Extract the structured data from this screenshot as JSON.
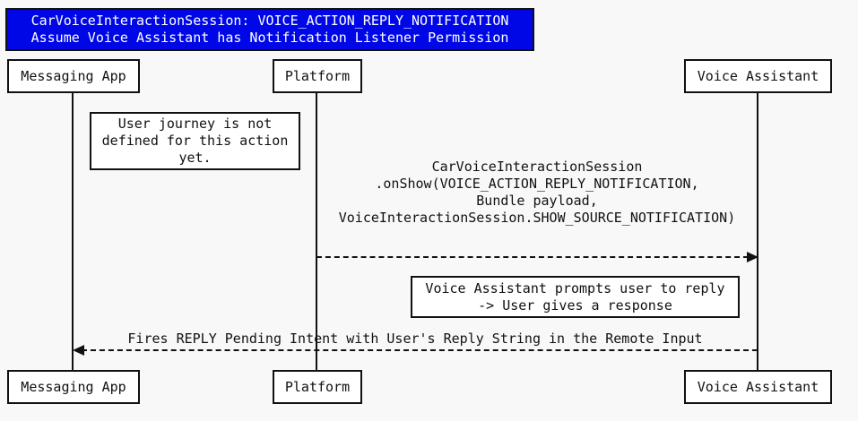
{
  "colors": {
    "page_bg": "#f8f8f8",
    "title_bg": "#0007e6",
    "title_fg": "#ffffff",
    "line": "#111111",
    "box_bg": "#ffffff"
  },
  "title": {
    "text": "CarVoiceInteractionSession: VOICE_ACTION_REPLY_NOTIFICATION\nAssume Voice Assistant has Notification Listener Permission"
  },
  "participants": [
    {
      "label": "Messaging App"
    },
    {
      "label": "Platform"
    },
    {
      "label": "Voice Assistant"
    }
  ],
  "notes": [
    {
      "text": "User journey is not\ndefined for this action\nyet."
    },
    {
      "text": "Voice Assistant prompts user to reply\n-> User gives a response"
    }
  ],
  "messages": [
    {
      "from": "Platform",
      "to": "Voice Assistant",
      "style": "dashed",
      "direction": "right",
      "label": "CarVoiceInteractionSession\n.onShow(VOICE_ACTION_REPLY_NOTIFICATION,\nBundle payload,\nVoiceInteractionSession.SHOW_SOURCE_NOTIFICATION)"
    },
    {
      "from": "Voice Assistant",
      "to": "Messaging App",
      "style": "dashed",
      "direction": "left",
      "label": "Fires REPLY Pending Intent with User's Reply String in the Remote Input"
    }
  ]
}
